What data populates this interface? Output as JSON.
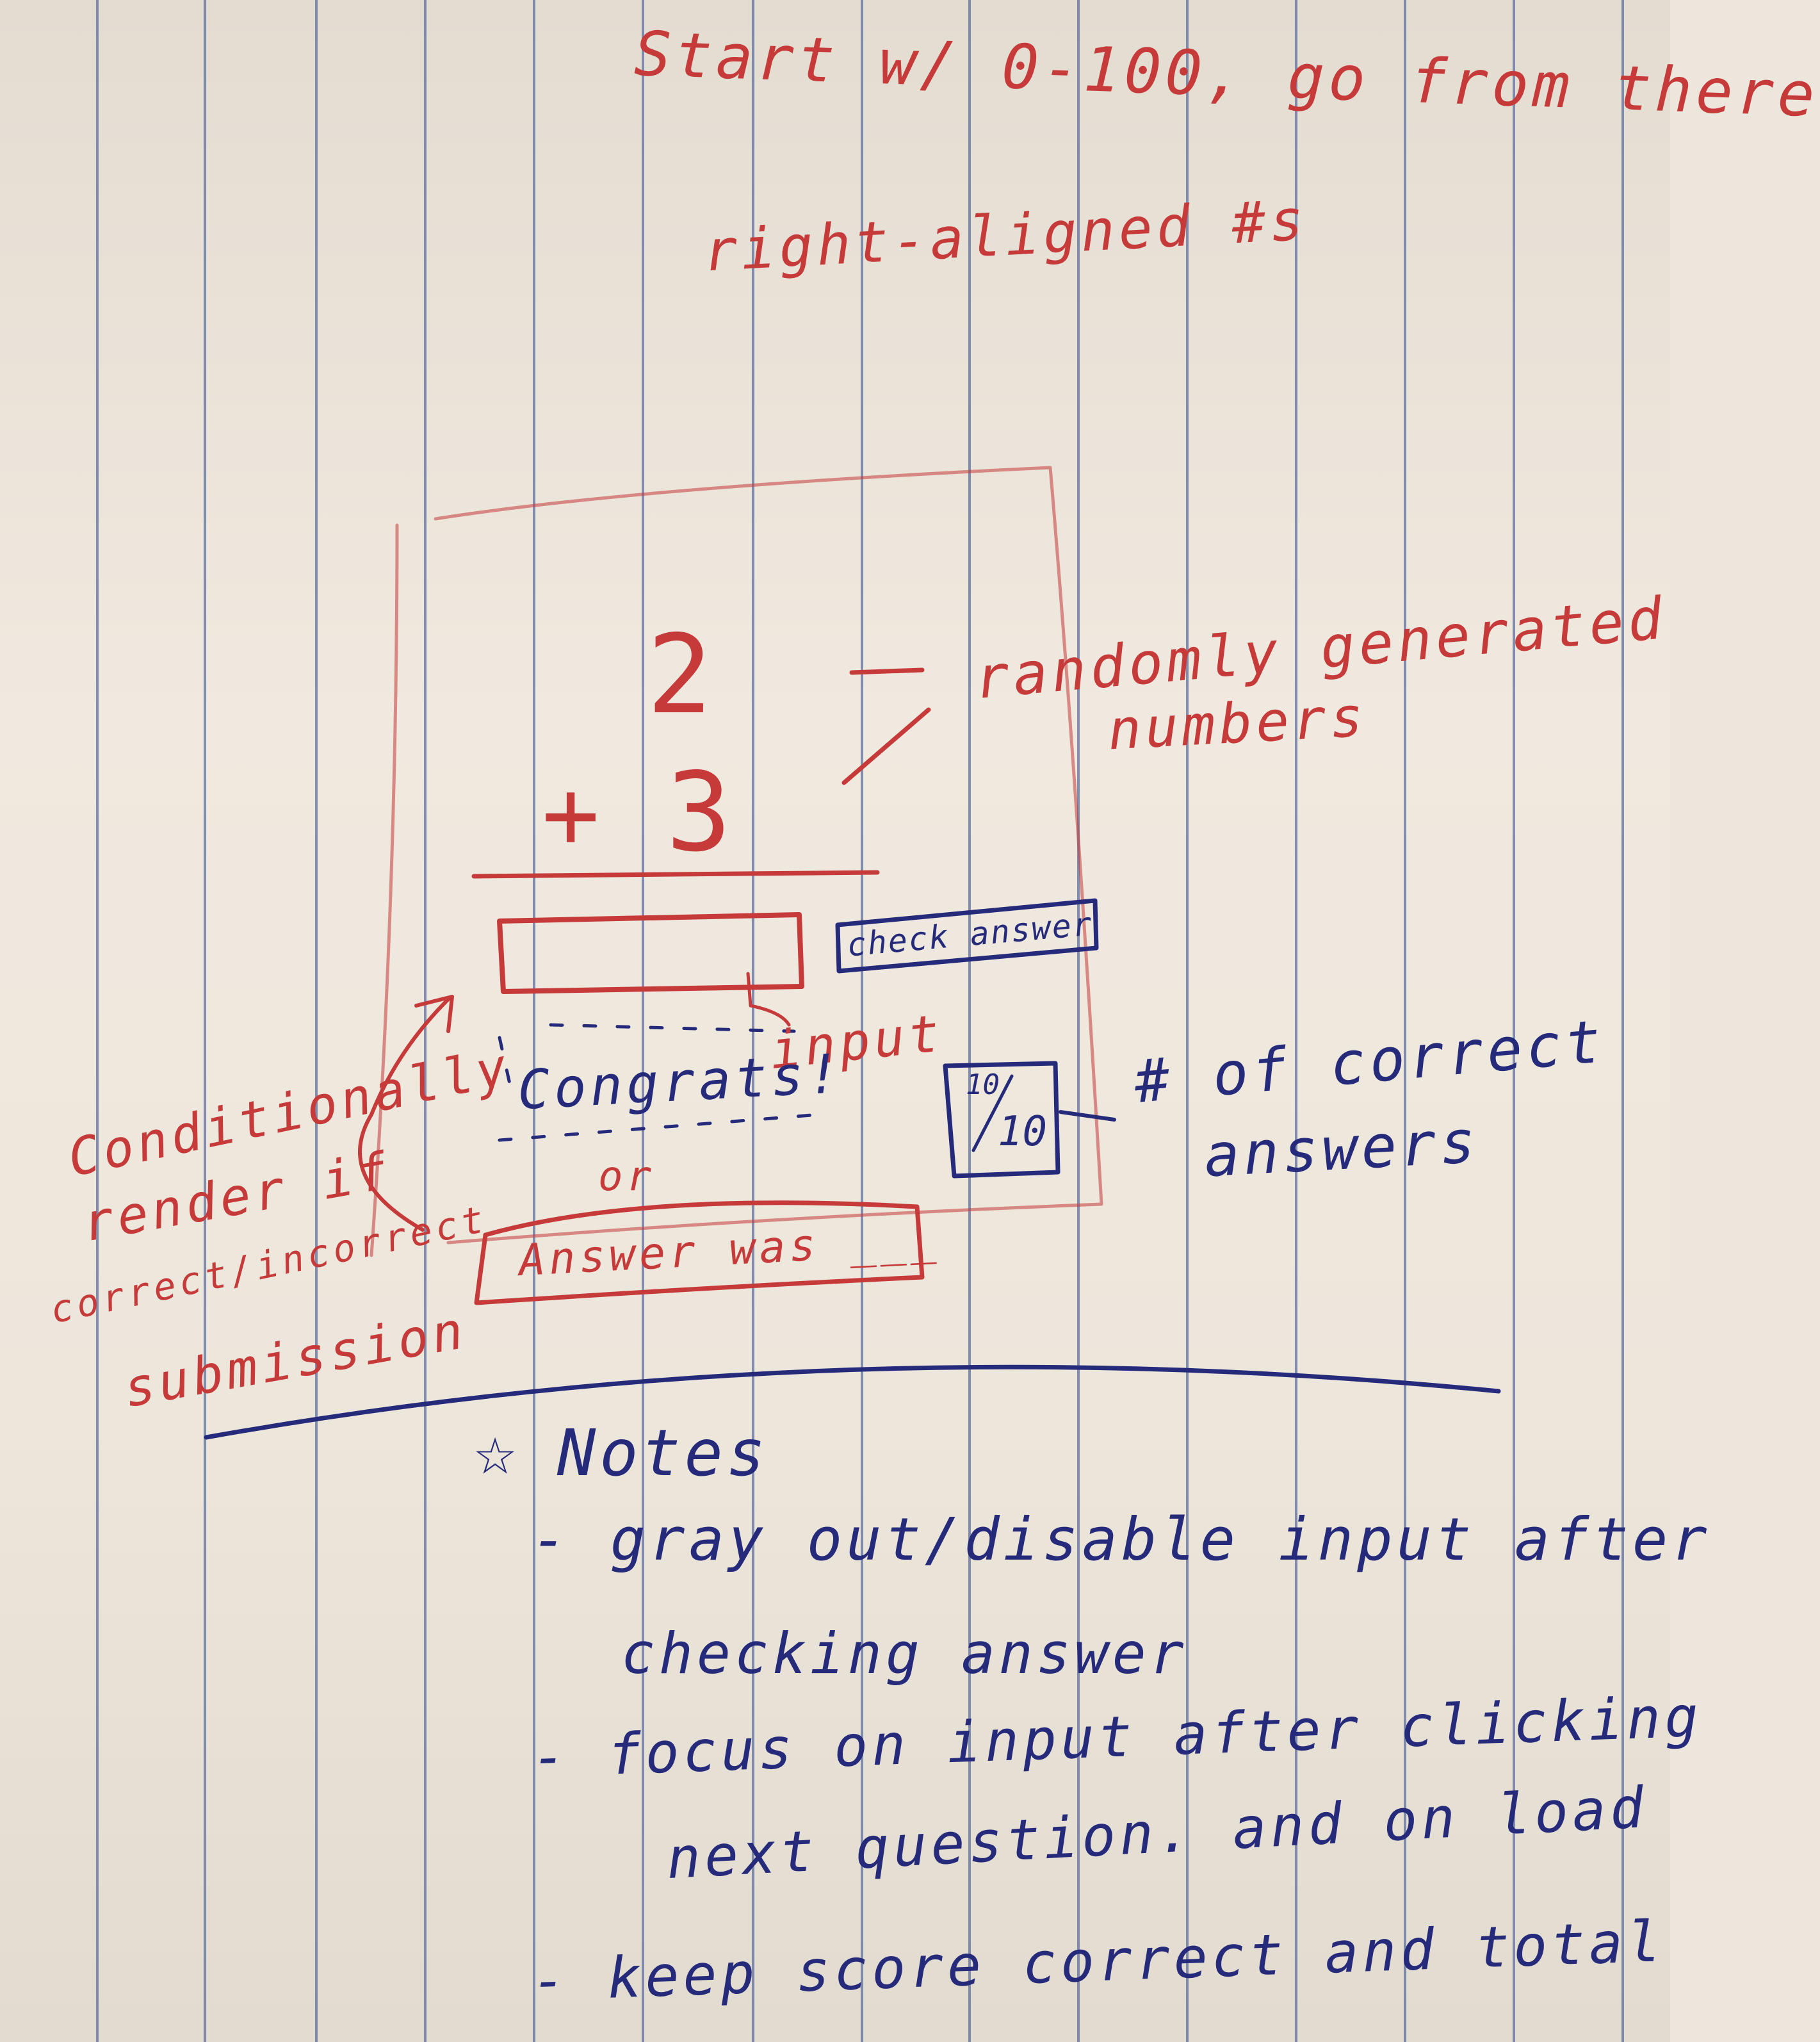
{
  "heading_note": "Start w/ 0-100, go from there",
  "alignment_note": "right-aligned #s",
  "problem": {
    "top_number": "2",
    "operator": "+",
    "bottom_number": "3"
  },
  "random_note": {
    "line1": "randomly generated",
    "line2": "numbers"
  },
  "check_button_label": "check answer",
  "feedback": {
    "correct": "Congrats!",
    "or": "or",
    "incorrect": "Answer was ___"
  },
  "input_label": "input",
  "score": {
    "correct": "10",
    "total": "10",
    "label_line1": "# of correct",
    "label_line2": "answers"
  },
  "conditional_note": {
    "line1": "Conditionally",
    "line2": "render if",
    "line3": "correct/incorrect",
    "line4": "submission"
  },
  "notes": {
    "heading": "Notes",
    "items": [
      {
        "line1": "- gray out/disable input after",
        "line2": "checking answer"
      },
      {
        "line1": "- focus on input after clicking",
        "line2": "next question. and on load"
      },
      {
        "line1": "- keep score correct and total",
        "line2": ""
      }
    ]
  },
  "colors": {
    "red_ink": "#c63a3a",
    "blue_ink": "#262a7a",
    "rule_lines": "#5d6f9e",
    "paper": "#ece6dc"
  },
  "icons": {
    "notes_marker": "star-icon"
  }
}
